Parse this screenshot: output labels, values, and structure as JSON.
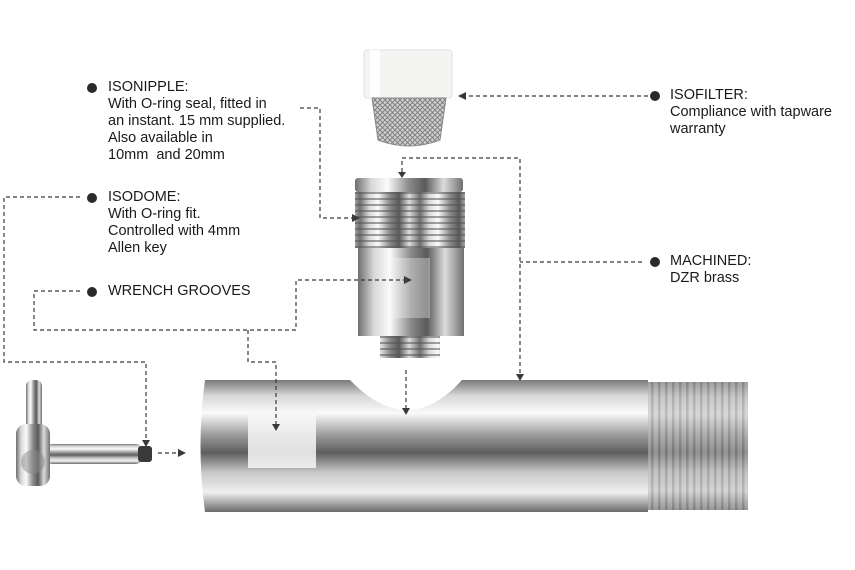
{
  "callouts": {
    "isonipple": {
      "title": "ISONIPPLE:",
      "lines": [
        "With O-ring seal, fitted in",
        "an instant. 15 mm supplied.",
        "Also available in",
        "10mm  and 20mm"
      ]
    },
    "isodome": {
      "title": "ISODOME:",
      "lines": [
        "With O-ring fit.",
        "Controlled with 4mm",
        "Allen key"
      ]
    },
    "wrench_grooves": {
      "title": "WRENCH GROOVES"
    },
    "isofilter": {
      "title": "ISOFILTER:",
      "lines": [
        "Compliance with tapware",
        "warranty"
      ]
    },
    "machined": {
      "title": "MACHINED:",
      "lines": [
        "DZR brass"
      ]
    }
  },
  "parts": [
    "isofilter-mesh",
    "isonipple-fitting",
    "isodome-allen-key",
    "main-body-brass-tube"
  ],
  "colors": {
    "text": "#1a1a1a",
    "leader": "#3a3a3a",
    "chrome_dark": "#5a5a5a",
    "chrome_light": "#f2f2f2"
  }
}
